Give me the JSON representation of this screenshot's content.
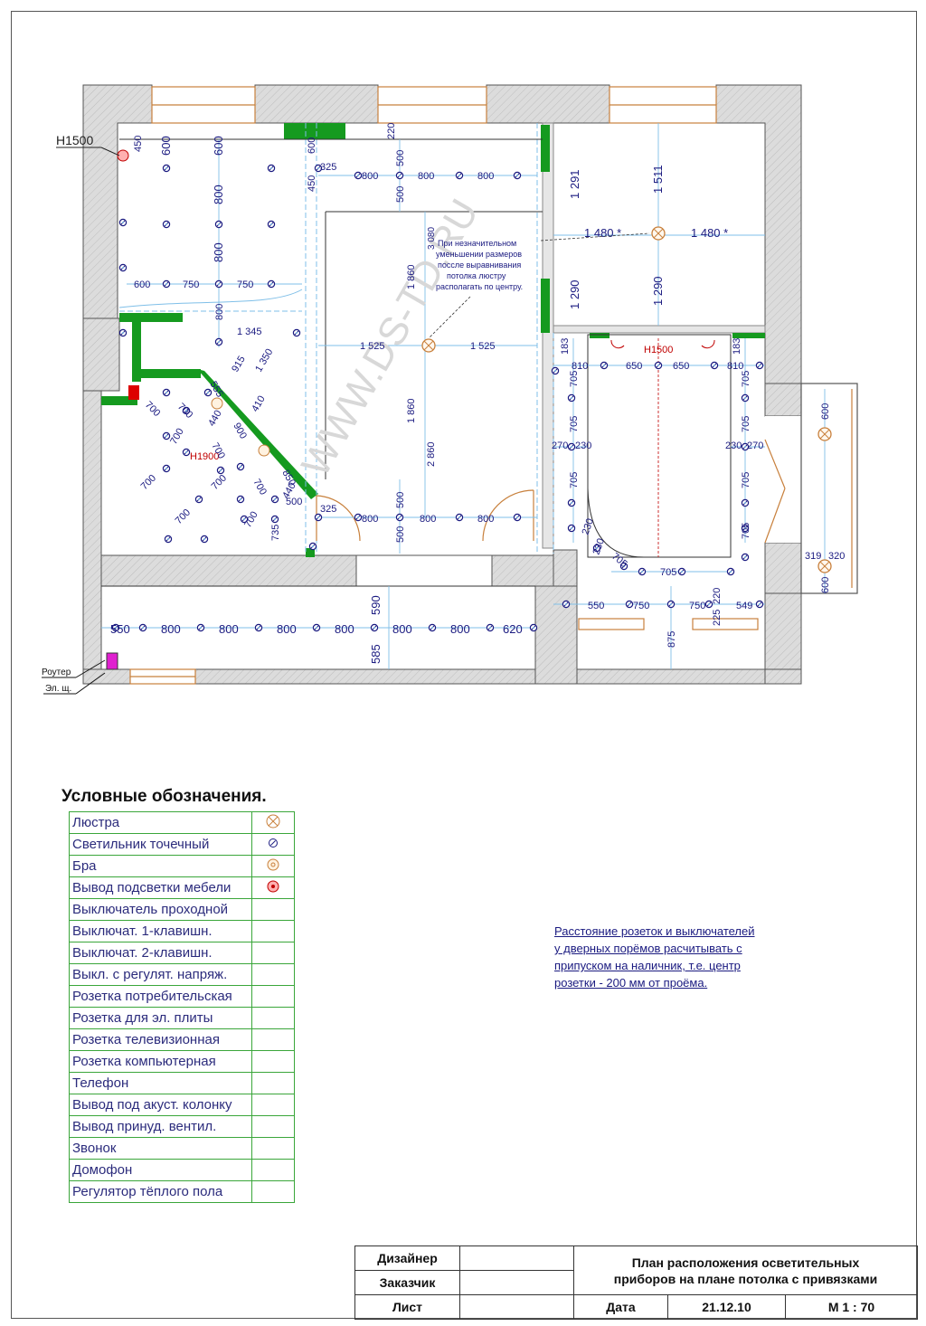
{
  "plan": {
    "labels": {
      "h1500_left": "H1500",
      "h1500_right": "H1500",
      "h1900": "H1900",
      "router": "Роутер",
      "panel": "Эл. щ.",
      "watermark": "WWW.DS-TD.RU"
    },
    "center_note": [
      "При незначительном",
      "уменьшении размеров",
      "поссле выравнивания",
      "потолка люстру",
      "располагать по центру."
    ],
    "dims": {
      "left_top": [
        "450",
        "600",
        "600",
        "800",
        "800",
        "800",
        "600",
        "750",
        "750",
        "1 345",
        "555",
        "915",
        "1 350",
        "410",
        "440",
        "900",
        "700",
        "700",
        "700",
        "700",
        "700",
        "700",
        "700",
        "700",
        "700",
        "440",
        "850",
        "500",
        "735"
      ],
      "center": [
        "600",
        "220",
        "325",
        "800",
        "500",
        "800",
        "800",
        "450",
        "500",
        "3 080",
        "1 860",
        "1 525",
        "1 525",
        "1 860",
        "2 860",
        "325",
        "800",
        "500",
        "800",
        "800",
        "500"
      ],
      "right": [
        "1 291",
        "1 511",
        "1 480 *",
        "1 480 *",
        "1 290",
        "1 290",
        "183",
        "183",
        "810",
        "650",
        "650",
        "810",
        "705",
        "705",
        "270",
        "230",
        "230",
        "270",
        "705",
        "705",
        "705",
        "705",
        "705",
        "230",
        "705",
        "230",
        "705",
        "550",
        "750",
        "750",
        "220",
        "225",
        "549",
        "875"
      ],
      "balcony": [
        "600",
        "319",
        "320",
        "600"
      ],
      "corridor": [
        "550",
        "800",
        "800",
        "800",
        "800",
        "800",
        "800",
        "620",
        "590",
        "585"
      ]
    }
  },
  "legend": {
    "title": "Условные обозначения.",
    "items": [
      {
        "label": "Люстра",
        "icon": "chandelier-icon"
      },
      {
        "label": "Светильник точечный",
        "icon": "spotlight-icon"
      },
      {
        "label": "Бра",
        "icon": "sconce-icon"
      },
      {
        "label": "Вывод подсветки мебели",
        "icon": "furniture-light-icon"
      },
      {
        "label": "Выключатель проходной",
        "icon": ""
      },
      {
        "label": "Выключат. 1-клавишн.",
        "icon": ""
      },
      {
        "label": "Выключат. 2-клавишн.",
        "icon": ""
      },
      {
        "label": "Выкл. с регулят. напряж.",
        "icon": ""
      },
      {
        "label": "Розетка потребительская",
        "icon": ""
      },
      {
        "label": "Розетка для эл. плиты",
        "icon": ""
      },
      {
        "label": "Розетка телевизионная",
        "icon": ""
      },
      {
        "label": "Розетка компьютерная",
        "icon": ""
      },
      {
        "label": "Телефон",
        "icon": ""
      },
      {
        "label": "Вывод под акуст. колонку",
        "icon": ""
      },
      {
        "label": "Вывод принуд. вентил.",
        "icon": ""
      },
      {
        "label": "Звонок",
        "icon": ""
      },
      {
        "label": "Домофон",
        "icon": ""
      },
      {
        "label": "Регулятор тёплого пола",
        "icon": ""
      }
    ]
  },
  "note": {
    "lines": [
      "Расстояние розеток и выключателей",
      "у дверных порёмов расчитывать с",
      "припуском на наличник, т.е. центр",
      "розетки - 200 мм от проёма."
    ]
  },
  "title_block": {
    "designer_label": "Дизайнер",
    "customer_label": "Заказчик",
    "sheet_label": "Лист",
    "title_line1": "План расположения осветительных",
    "title_line2": "приборов на плане потолка с привязками",
    "date_label": "Дата",
    "date_value": "21.12.10",
    "scale": "М 1 : 70"
  },
  "colors": {
    "wall": "#d8d8d8",
    "green": "#159a1f",
    "dim_blue": "#1a1a80",
    "red": "#c00000",
    "magenta": "#e020d0",
    "light_blue": "#7fbfe8",
    "window": "#c8803c"
  }
}
